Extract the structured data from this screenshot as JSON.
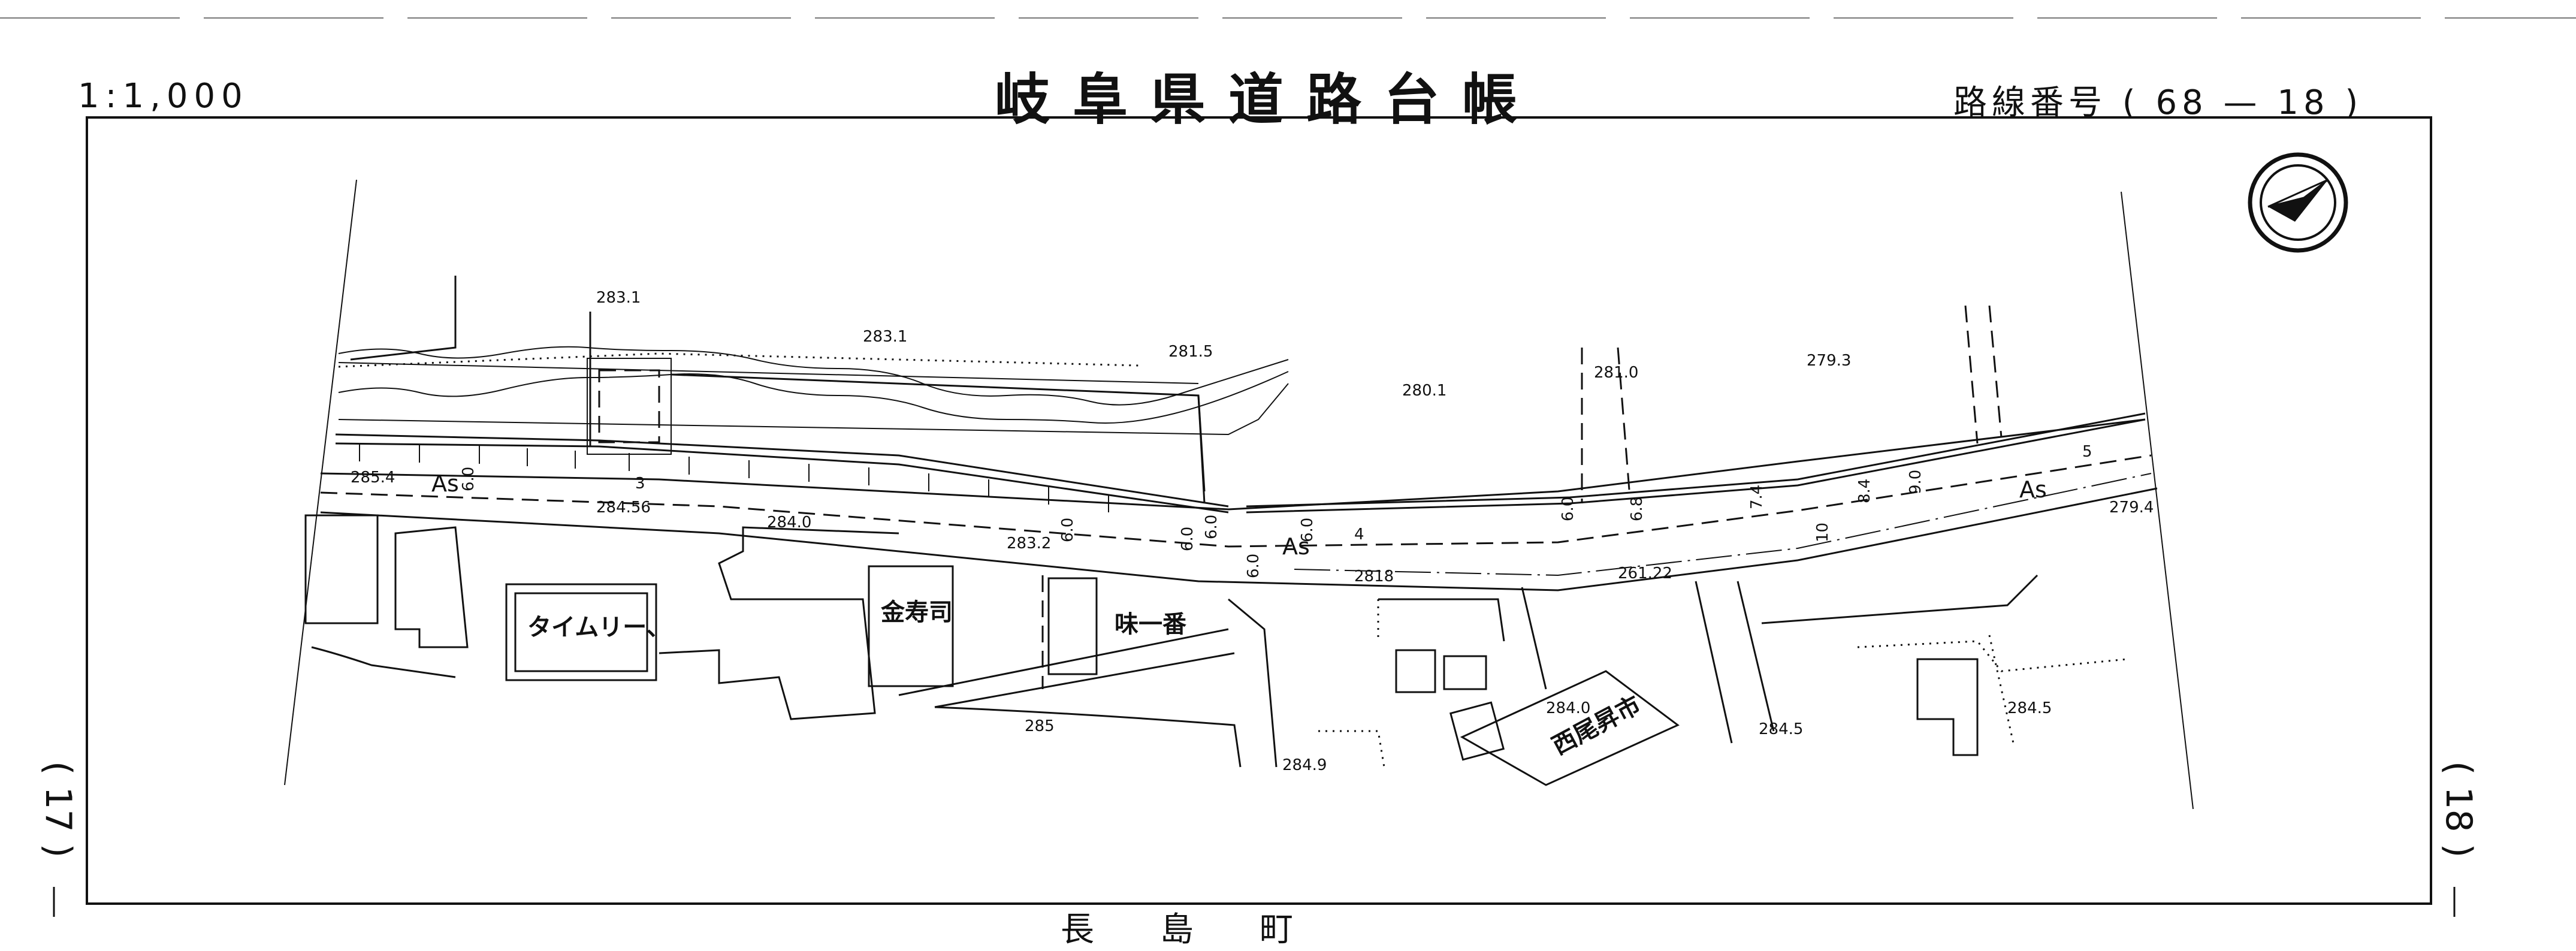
{
  "header": {
    "scale": "1:1,000",
    "title": "岐阜県道路台帳",
    "route_number": "路線番号 ( 68 — 18 )"
  },
  "footer": {
    "town": "長島町"
  },
  "side_pages": {
    "left": "( 17 )",
    "right": "( 18 )"
  },
  "map": {
    "buildings": {
      "timely": "タイムリー、",
      "kinjuji": "金寿司",
      "ajiichiban": "味一番",
      "nishio": "西尾昇市"
    },
    "road_labels": {
      "as1": "As",
      "as2": "As",
      "as3": "As"
    },
    "widths": {
      "w1": "6.0",
      "w2": "3",
      "w3": "6.0",
      "w4": "6.0",
      "w5": "6.0",
      "w6": "6.0",
      "w7": "4",
      "w8": "6.0",
      "w9": "6.0",
      "w10": "6.8",
      "w11": "7.4",
      "w12": "10",
      "w13": "8.4",
      "w14": "9.0",
      "w15": "5"
    },
    "elevations": {
      "e1": "283.1",
      "e2": "283.1",
      "e3": "281.5",
      "e4": "280.1",
      "e5": "281.0",
      "e6": "279.3",
      "e7": "285.4",
      "e8": "284.56",
      "e9": "284.0",
      "e10": "283.2",
      "e11": "279.4",
      "e12": "285",
      "e13": "284.9",
      "e14": "284.0",
      "e15": "284.5",
      "e16": "284.5"
    },
    "chainages": {
      "c1": "2818",
      "c2": "261.22"
    },
    "north_arrow": "north-arrow"
  }
}
